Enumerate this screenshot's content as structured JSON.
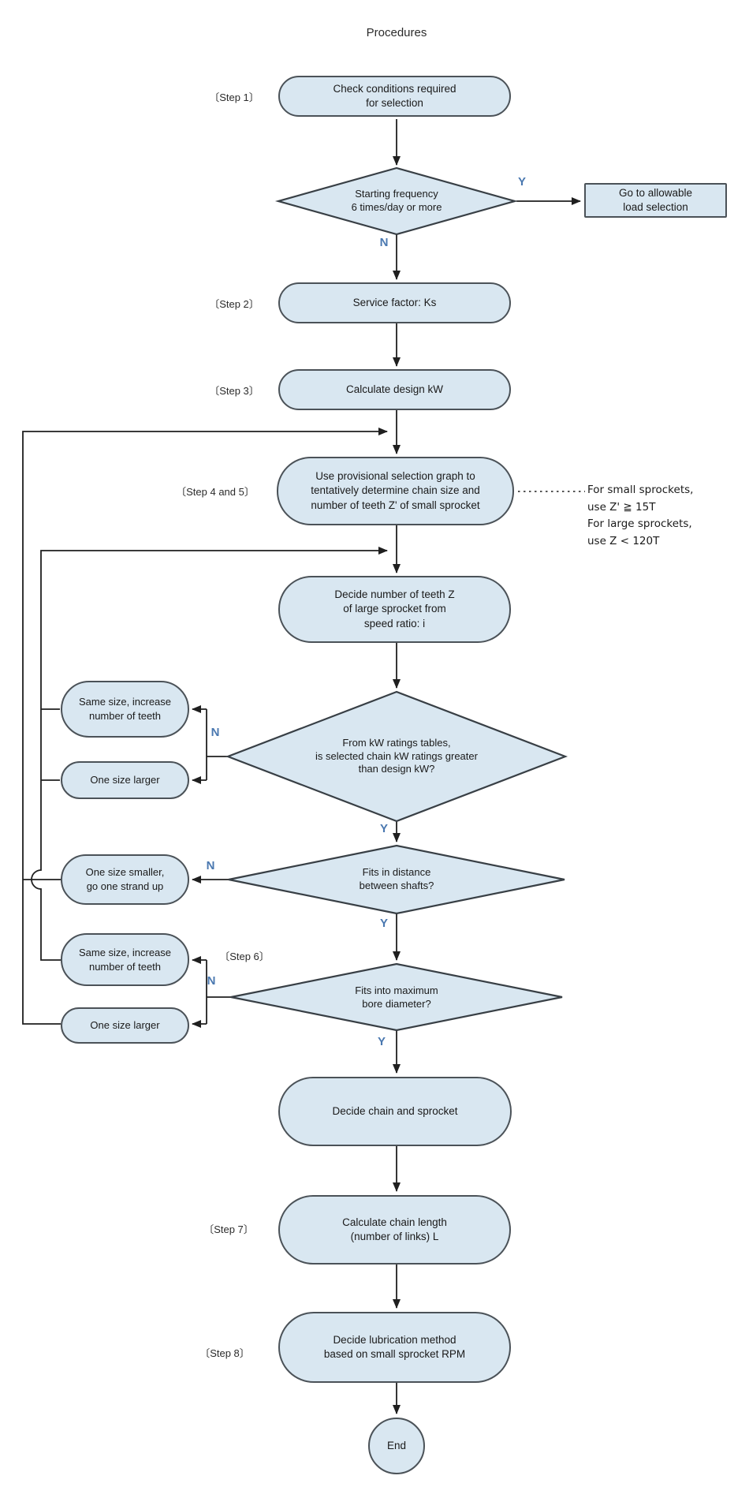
{
  "title": "Procedures",
  "branch": {
    "yes": "Y",
    "no": "N"
  },
  "colors": {
    "node_fill": "#d9e7f1",
    "node_border": "#4b5258",
    "connector": "#1f1f1f",
    "branch_label": "#4a78b0"
  },
  "step_labels": {
    "step1": "〔Step 1〕",
    "step2": "〔Step 2〕",
    "step3": "〔Step 3〕",
    "step45": "〔Step 4 and 5〕",
    "step6": "〔Step 6〕",
    "step7": "〔Step 7〕",
    "step8": "〔Step 8〕"
  },
  "nodes": {
    "check_conditions": "Check conditions required\nfor selection",
    "starting_frequency": "Starting frequency\n6 times/day or more",
    "goto_allowable": "Go to allowable\nload selection",
    "service_factor": "Service factor: Ks",
    "calculate_design_kw": "Calculate design kW",
    "provisional_selection": "Use provisional selection graph to\ntentatively determine chain size and\nnumber of teeth Z' of small sprocket",
    "decide_teeth_z": "Decide number of teeth Z\nof large sprocket from\nspeed ratio: i",
    "kw_ratings_check": "From kW ratings tables,\nis selected chain kW ratings greater\nthan design kW?",
    "same_size_increase_1": "Same size, increase\nnumber of teeth",
    "one_size_larger_1": "One size larger",
    "fits_distance": "Fits in distance\nbetween shafts?",
    "one_size_smaller": "One size smaller,\ngo one strand up",
    "same_size_increase_2": "Same size, increase\nnumber of teeth",
    "one_size_larger_2": "One size larger",
    "fits_bore": "Fits into maximum\nbore diameter?",
    "decide_chain_sprocket": "Decide chain and sprocket",
    "chain_length": "Calculate chain length\n(number of links) L",
    "lubrication": "Decide lubrication method\nbased on small sprocket RPM",
    "end": "End"
  },
  "side_note": "For small sprockets,\nuse Z' ≧ 15T\nFor large sprockets,\nuse Z < 120T"
}
